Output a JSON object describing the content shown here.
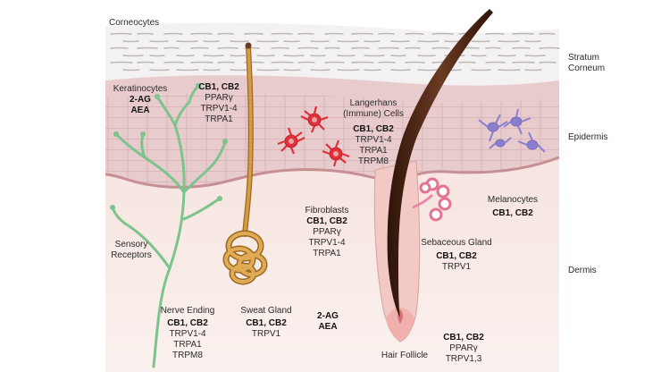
{
  "layers": {
    "corneocytes": "Corneocytes",
    "stratum_corneum": [
      "Stratum",
      "Corneum"
    ],
    "epidermis": "Epidermis",
    "dermis": "Dermis"
  },
  "keratinocytes": {
    "title": "Keratinocytes",
    "bold": [
      "2-AG",
      "AEA"
    ]
  },
  "keratinocyte_receptors": {
    "bold": "CB1, CB2",
    "lines": [
      "PPARγ",
      "TRPV1-4",
      "TRPA1"
    ]
  },
  "langerhans": {
    "title": [
      "Langerhans",
      "(Immune) Cells"
    ],
    "bold": "CB1, CB2",
    "lines": [
      "TRPV1-4",
      "TRPA1",
      "TRPM8"
    ]
  },
  "melanocytes": {
    "title": "Melanocytes",
    "bold": "CB1, CB2"
  },
  "fibroblasts": {
    "title": "Fibroblasts",
    "bold": "CB1, CB2",
    "lines": [
      "PPARγ",
      "TRPV1-4",
      "TRPA1"
    ]
  },
  "sensory_receptors": {
    "title": [
      "Sensory",
      "Receptors"
    ]
  },
  "nerve_ending": {
    "title": "Nerve Ending",
    "bold": "CB1, CB2",
    "lines": [
      "TRPV1-4",
      "TRPA1",
      "TRPM8"
    ]
  },
  "sweat_gland": {
    "title": "Sweat Gland",
    "bold": "CB1, CB2",
    "lines": [
      "TRPV1"
    ]
  },
  "dermis_ligands": {
    "bold": [
      "2-AG",
      "AEA"
    ]
  },
  "sebaceous_gland": {
    "title": "Sebaceous Gland",
    "bold": "CB1, CB2",
    "lines": [
      "TRPV1"
    ]
  },
  "hair_follicle": {
    "title": "Hair Follicle"
  },
  "hair_follicle_receptors": {
    "bold": "CB1, CB2",
    "lines": [
      "PPARγ",
      "TRPV1,3"
    ]
  },
  "colors": {
    "corneum": "#f2f0f0",
    "corneum_line": "#c9c3c3",
    "epidermis": "#e9cfd0",
    "epidermis_line": "#c79a9d",
    "dermis": "#f8ebe7",
    "nerve": "#7cc48b",
    "sweat_gland": "#c8923a",
    "hair": "#4b2414",
    "langerhans": "#e0313a",
    "melanocyte": "#8a7fcf",
    "sebaceous": "#e889a4"
  }
}
